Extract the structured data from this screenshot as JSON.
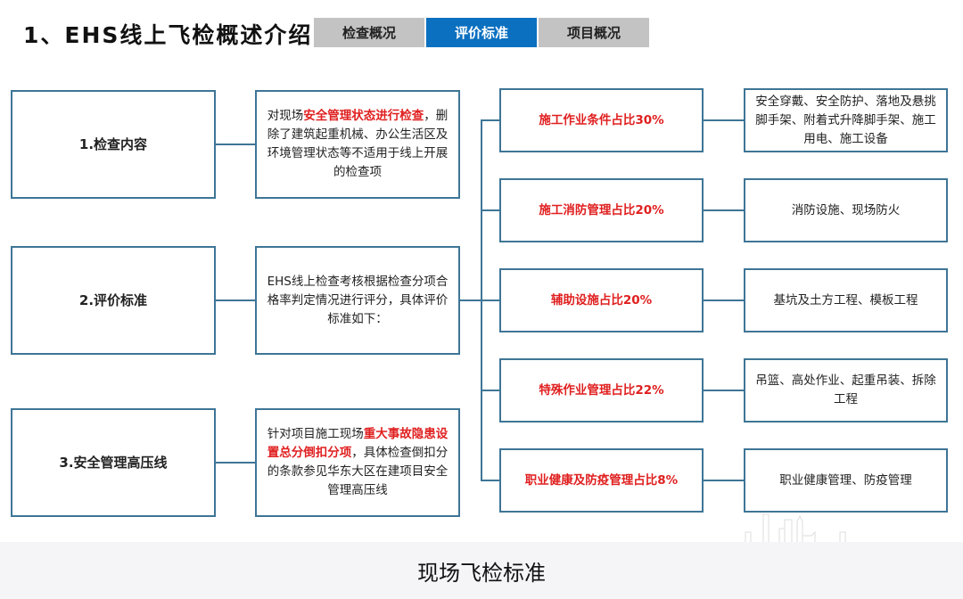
{
  "header": {
    "title": "1、EHS线上飞检概述介绍",
    "tabs": [
      {
        "label": "检查概况",
        "active": false
      },
      {
        "label": "评价标准",
        "active": true
      },
      {
        "label": "项目概况",
        "active": false
      }
    ]
  },
  "left": [
    {
      "label": "1.检查内容"
    },
    {
      "label": "2.评价标准"
    },
    {
      "label": "3.安全管理高压线"
    }
  ],
  "middle": [
    {
      "pre": "对现场",
      "highlight": "安全管理状态进行检查",
      "post": "，删除了建筑起重机械、办公生活区及环境管理状态等不适用于线上开展的检查项"
    },
    {
      "pre": "EHS线上检查考核根据检查分项合格率判定情况进行评分，具体评价标准如下：",
      "highlight": "",
      "post": ""
    },
    {
      "pre": "针对项目施工现场",
      "highlight": "重大事故隐患设置总分倒扣分项",
      "post": "，具体检查倒扣分的条款参见华东大区在建项目安全管理高压线"
    }
  ],
  "criteria": [
    {
      "label": "施工作业条件占比30%",
      "detail": "安全穿戴、安全防护、落地及悬挑脚手架、附着式升降脚手架、施工用电、施工设备"
    },
    {
      "label": "施工消防管理占比20%",
      "detail": "消防设施、现场防火"
    },
    {
      "label": "辅助设施占比20%",
      "detail": "基坑及土方工程、模板工程"
    },
    {
      "label": "特殊作业管理占比22%",
      "detail": "吊篮、高处作业、起重吊装、拆除工程"
    },
    {
      "label": "职业健康及防疫管理占比8%",
      "detail": "职业健康管理、防疫管理"
    }
  ],
  "footer": {
    "caption": "现场飞检标准"
  },
  "colors": {
    "accent": "#0b70c0",
    "border": "#3e7596",
    "highlight": "#e02020"
  }
}
